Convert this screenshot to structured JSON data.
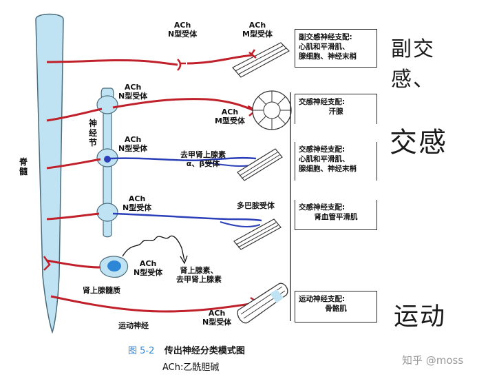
{
  "spinal_cord_label": "脊髓",
  "ganglion_label": "神经节",
  "adrenal_label": "肾上腺髓质",
  "motor_nerve_label": "运动神经",
  "labels": {
    "ach": "ACh",
    "n_receptor": "N型受体",
    "m_receptor": "M型受体",
    "ne_line1": "去甲肾上腺素",
    "ne_line2": "α、β受体",
    "dopamine": "多巴胺受体",
    "epi_line1": "肾上腺素、",
    "epi_line2": "去甲肾上腺素"
  },
  "boxes": [
    {
      "lines": [
        "副交感神经支配:",
        "心肌和平滑肌、",
        "腺细胞、神经末梢"
      ]
    },
    {
      "lines": [
        "交感神经支配:",
        "汗腺"
      ]
    },
    {
      "lines": [
        "交感神经支配:",
        "心肌和平滑肌、",
        "腺细胞、神经末梢"
      ]
    },
    {
      "lines": [
        "交感神经支配:",
        "肾血管平滑肌"
      ]
    },
    {
      "lines": [
        "运动神经支配:",
        "骨骼肌"
      ]
    }
  ],
  "handwritten": {
    "parasympathetic": "副交感、",
    "sympathetic": "交感",
    "motor": "运动"
  },
  "caption": {
    "figure_number": "图 5-2",
    "title": "传出神经分类模式图",
    "note": "ACh:乙酰胆碱"
  },
  "watermark": "知乎 @moss",
  "colors": {
    "cholinergic_fiber": "#c0202a",
    "adrenergic_fiber": "#2a3fb8",
    "spinal_cord": "#bfe3f2",
    "outline": "#4a6b7a"
  }
}
